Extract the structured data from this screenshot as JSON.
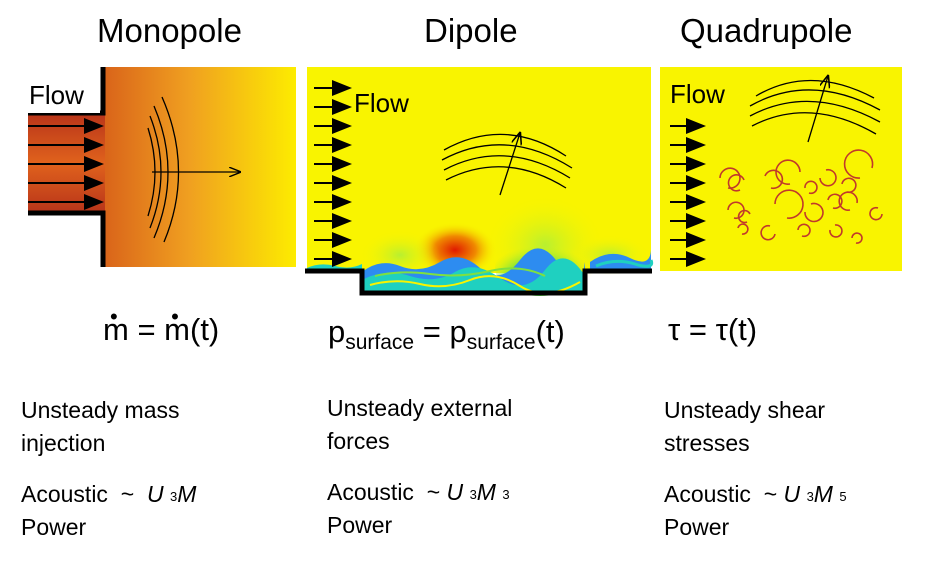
{
  "columns": [
    {
      "title": "Monopole",
      "flow_label": "Flow",
      "equation": {
        "lhs": "m",
        "mid": " = ",
        "rhs": "m",
        "tail": "(t)"
      },
      "description": [
        "Unsteady mass",
        "injection"
      ],
      "power": {
        "acoustic": "Acoustic",
        "tilde": "~",
        "U": "U",
        "exp1": "3",
        "M": "M",
        "exp2": "",
        "power": "Power"
      }
    },
    {
      "title": "Dipole",
      "flow_label": "Flow",
      "equation": {
        "p1": "p",
        "s1": "surface",
        "mid": " = ",
        "p2": "p",
        "s2": "surface",
        "tail": "(t)"
      },
      "description": [
        "Unsteady external",
        "forces"
      ],
      "power": {
        "acoustic": "Acoustic",
        "tilde": "~",
        "U": "U",
        "exp1": "3",
        "M": "M",
        "exp2": "3",
        "power": "Power"
      }
    },
    {
      "title": "Quadrupole",
      "flow_label": "Flow",
      "equation": {
        "text": "τ = τ(t)"
      },
      "description": [
        "Unsteady shear",
        "stresses"
      ],
      "power": {
        "acoustic": "Acoustic",
        "tilde": "~",
        "U": "U",
        "exp1": "3",
        "M": "M",
        "exp2": "5",
        "power": "Power"
      }
    }
  ],
  "colors": {
    "yellow": "#f9f400",
    "orange": "#e87a10",
    "dark_orange": "#c9481a",
    "swirl": "#c0392b"
  }
}
